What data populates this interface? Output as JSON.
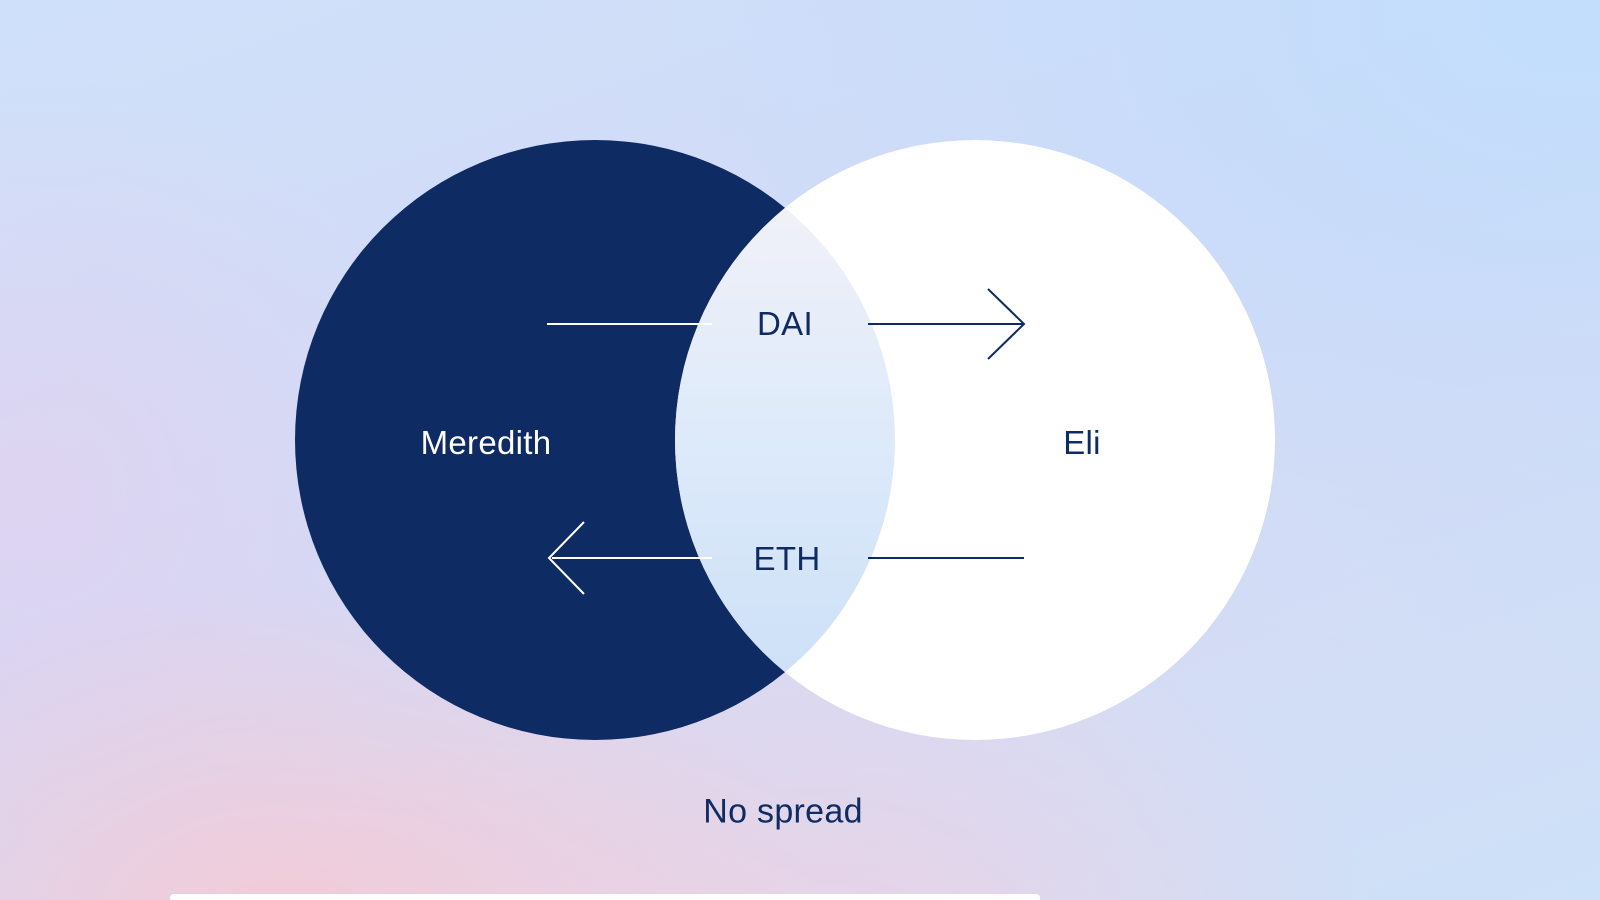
{
  "colors": {
    "navy": "#0f2b63",
    "white": "#ffffff",
    "lens_top": "#f6f3f8",
    "lens_mid": "#ddeafa",
    "lens_bottom": "#c9def6",
    "bg_blue": "#c2defc",
    "bg_lavender": "#d6dbf4",
    "bg_pink": "#f6c9d4"
  },
  "diagram": {
    "left_circle": {
      "label": "Meredith"
    },
    "right_circle": {
      "label": "Eli"
    },
    "top_arrow": {
      "token": "DAI",
      "direction": "right",
      "icon": "arrow-right"
    },
    "bottom_arrow": {
      "token": "ETH",
      "direction": "left",
      "icon": "arrow-left"
    },
    "caption": "No spread"
  }
}
